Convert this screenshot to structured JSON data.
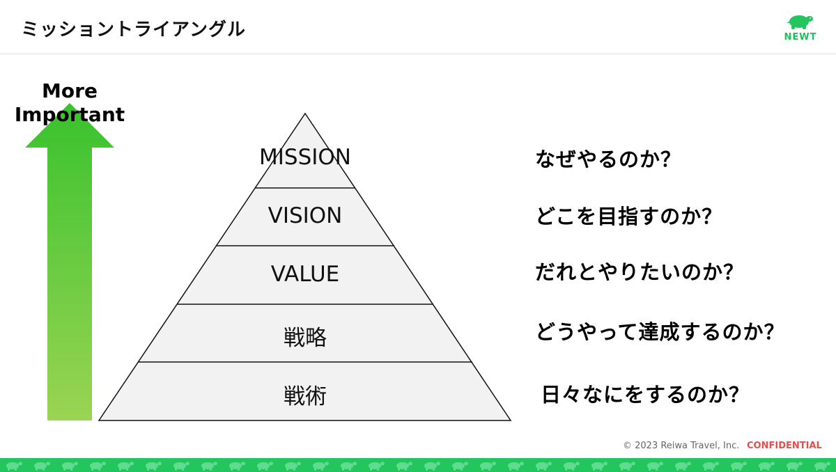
{
  "header": {
    "title": "ミッショントライアングル",
    "logo_text": "NEWT"
  },
  "arrow": {
    "label_line1": "More",
    "label_line2": "Important"
  },
  "pyramid": {
    "tiers": [
      {
        "label": "MISSION",
        "question": "なぜやるのか？"
      },
      {
        "label": "VISION",
        "question": "どこを目指すのか？"
      },
      {
        "label": "VALUE",
        "question": "だれとやりたいのか？"
      },
      {
        "label": "戦略",
        "question": "どうやって達成するのか？"
      },
      {
        "label": "戦術",
        "question": "日々なにをするのか？"
      }
    ]
  },
  "footer": {
    "copyright": "© 2023 Reiwa Travel, Inc.",
    "confidential": "CONFIDENTIAL"
  },
  "colors": {
    "brand_green": "#22c55e",
    "arrow_top": "#39c22e",
    "arrow_bottom": "#9ad453",
    "pyramid_fill": "#f2f2f2",
    "confidential": "#e24d4d"
  }
}
